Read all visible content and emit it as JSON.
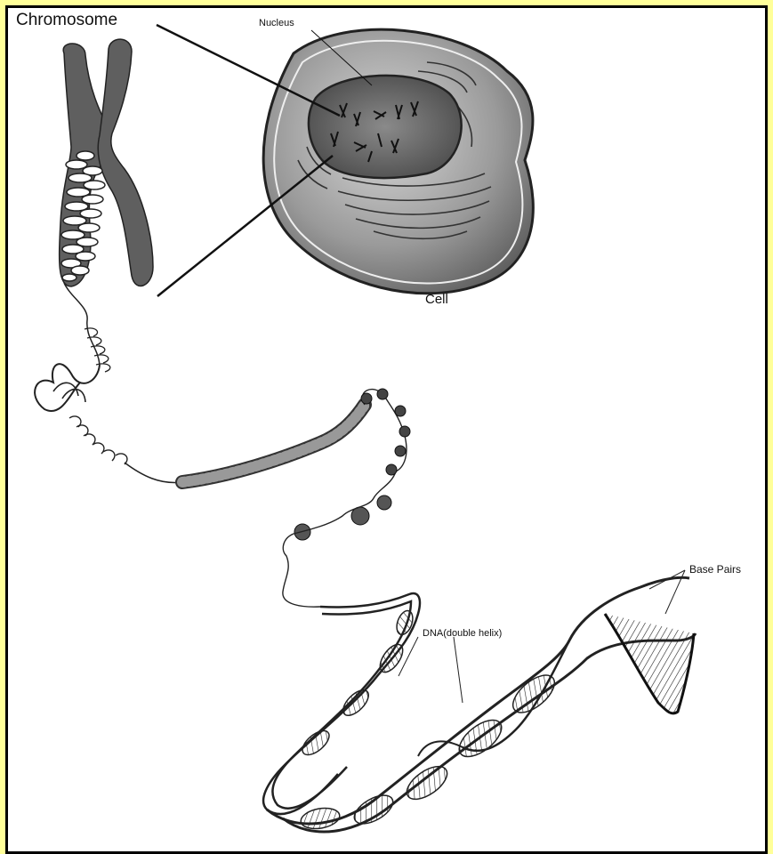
{
  "labels": {
    "chromosome": "Chromosome",
    "nucleus": "Nucleus",
    "cell": "Cell",
    "base_pairs": "Base Pairs",
    "dna": "DNA(double helix)"
  },
  "colors": {
    "background": "#ffff99",
    "border": "#000000"
  }
}
